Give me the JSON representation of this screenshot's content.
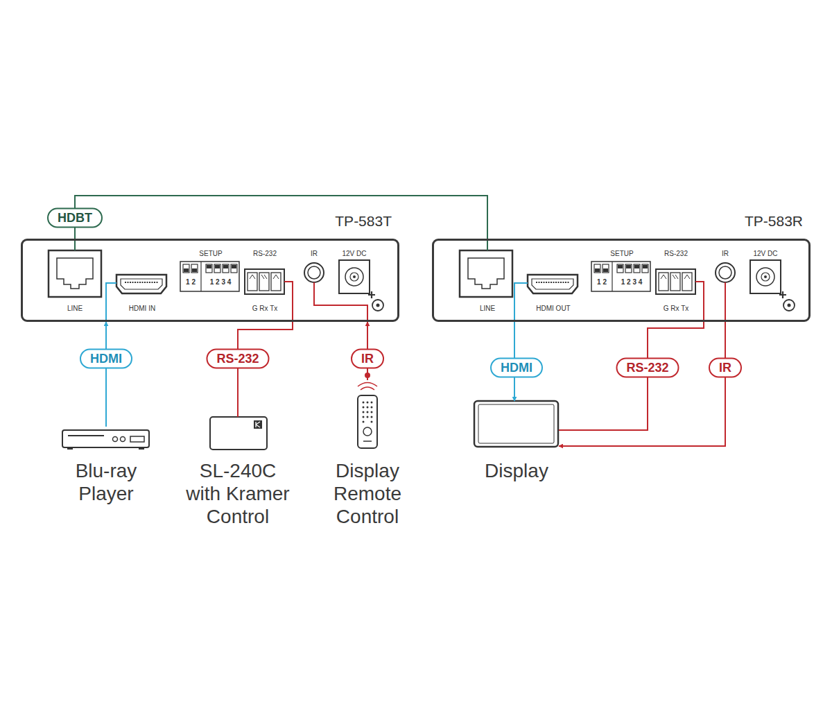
{
  "diagram": {
    "nodes": [
      {
        "text": [
          "TP-583T"
        ]
      },
      {
        "text": [
          "TP-583R"
        ]
      },
      {
        "text": [
          "Blu-ray Player"
        ]
      },
      {
        "text": [
          "SL-240C with Kramer Control"
        ]
      },
      {
        "text": [
          "Display Remote Control"
        ]
      },
      {
        "text": [
          "Display"
        ]
      }
    ],
    "edges": [
      {
        "from": 0,
        "to": 1,
        "arrow": "none",
        "label": "HDBT"
      },
      {
        "from": 2,
        "to": 0,
        "arrow": "to",
        "label": "HDMI"
      },
      {
        "from": 3,
        "to": 0,
        "arrow": "none",
        "label": "RS-232"
      },
      {
        "from": 4,
        "to": 0,
        "arrow": "to",
        "label": "IR"
      },
      {
        "from": 1,
        "to": 5,
        "arrow": "to",
        "label": "HDMI"
      },
      {
        "from": 1,
        "to": 5,
        "arrow": "none",
        "label": "RS-232"
      },
      {
        "from": 1,
        "to": 5,
        "arrow": "to",
        "label": "IR"
      }
    ],
    "labels": [
      "LINE",
      "HDMI IN",
      "SETUP",
      "RS-232",
      "IR",
      "12V DC",
      "1 2",
      "1 2 3 4",
      "G Rx Tx",
      "LINE",
      "HDMI OUT",
      "SETUP",
      "RS-232",
      "IR",
      "12V DC",
      "1 2",
      "1 2 3 4",
      "G Rx Tx"
    ]
  }
}
